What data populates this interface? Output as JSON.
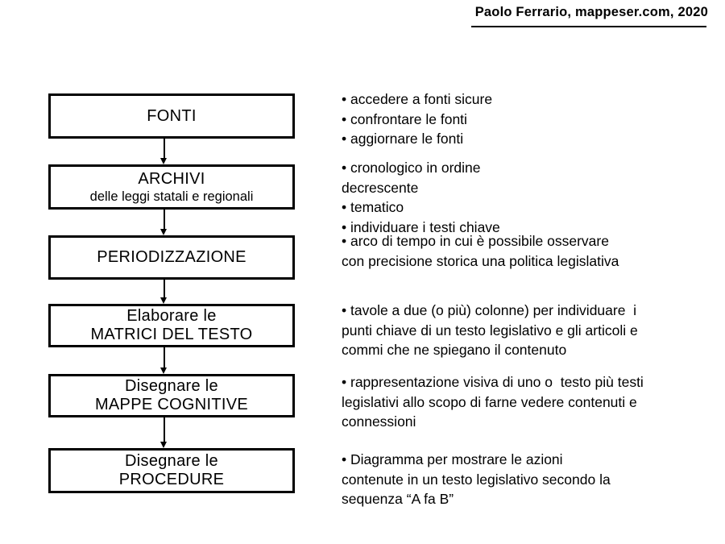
{
  "header": {
    "credit": "Paolo Ferrario, mappeser.com, 2020"
  },
  "flowchart": {
    "boxes": [
      {
        "line1": "FONTI"
      },
      {
        "line1": "ARCHIVI",
        "line2": "delle leggi statali e regionali"
      },
      {
        "line1": "PERIODIZZAZIONE"
      },
      {
        "line1": "Elaborare le",
        "line2": "MATRICI DEL TESTO"
      },
      {
        "line1": "Disegnare le",
        "line2": "MAPPE COGNITIVE"
      },
      {
        "line1": "Disegnare le",
        "line2": "PROCEDURE"
      }
    ]
  },
  "notes": [
    {
      "text": "• accedere a fonti sicure\n• confrontare le fonti\n• aggiornare le fonti"
    },
    {
      "text": "• cronologico in ordine\ndecrescente\n• tematico\n• individuare i testi chiave"
    },
    {
      "text": "• arco di tempo in cui è possibile osservare\ncon precisione storica una politica legislativa"
    },
    {
      "text": "• tavole a due (o più) colonne) per individuare  i\npunti chiave di un testo legislativo e gli articoli e\ncommi che ne spiegano il contenuto"
    },
    {
      "text": "• rappresentazione visiva di uno o  testo più testi\nlegislativi allo scopo di farne vedere contenuti e\nconnessioni"
    },
    {
      "text": "• Diagramma per mostrare le azioni\ncontenute in un testo legislativo secondo la\nsequenza “A fa B”"
    }
  ]
}
